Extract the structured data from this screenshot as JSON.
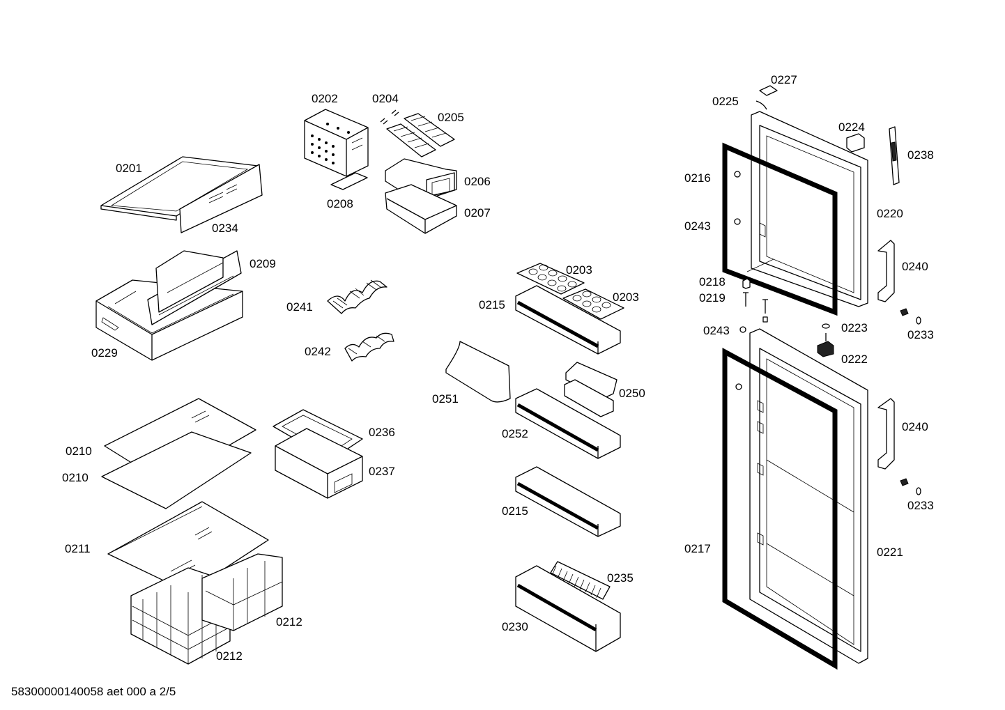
{
  "diagram": {
    "footer": "58300000140058 aet 000 a 2/5",
    "labels": [
      "0201",
      "0234",
      "0202",
      "0204",
      "0205",
      "0206",
      "0207",
      "0208",
      "0209",
      "0229",
      "0241",
      "0242",
      "0203",
      "0203",
      "0215",
      "0251",
      "0250",
      "0252",
      "0215",
      "0235",
      "0230",
      "0210",
      "0210",
      "0211",
      "0212",
      "0212",
      "0236",
      "0237",
      "0227",
      "0225",
      "0224",
      "0238",
      "0216",
      "0243",
      "0220",
      "0218",
      "0219",
      "0240",
      "0243",
      "0223",
      "0233",
      "0222",
      "0240",
      "0233",
      "0217",
      "0221"
    ]
  }
}
